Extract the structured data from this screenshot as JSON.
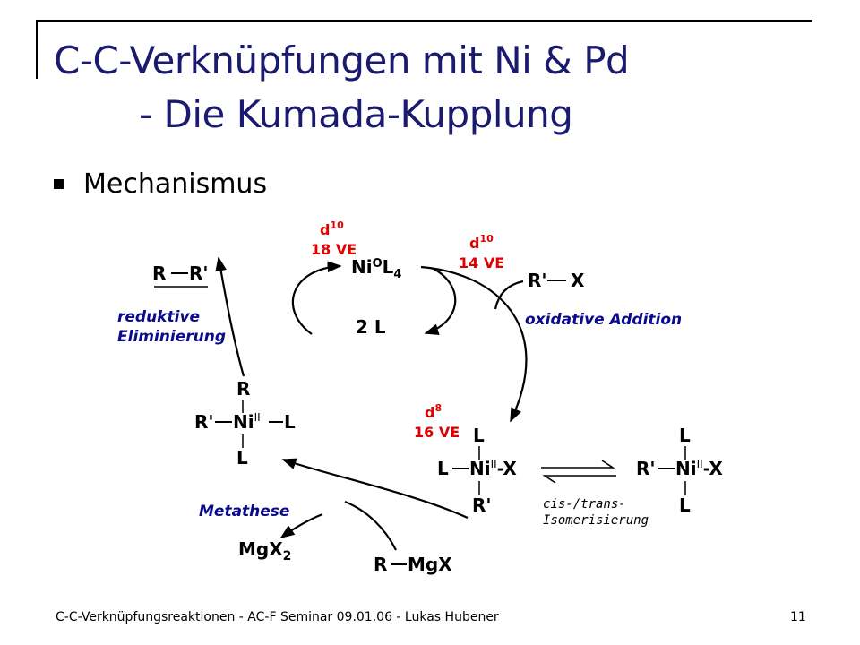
{
  "slide": {
    "title_line1": "C-C-Verknüpfungen mit Ni & Pd",
    "title_line2": "- Die Kumada-Kupplung",
    "bullet": "Mechanismus",
    "footer_left": "C-C-Verknüpfungsreaktionen  -  AC-F Seminar 09.01.06  -  Lukas Hubener",
    "page_number": "11",
    "title_color": "#1a1a6e"
  },
  "scheme": {
    "product": {
      "left": "R",
      "right": "R'"
    },
    "catalyst": {
      "d_base": "d",
      "d_count": "10",
      "ve": "18 VE",
      "metal": "Ni",
      "ox": "O",
      "ligand": "L",
      "ligand_count": "4"
    },
    "unsat": {
      "d_base": "d",
      "d_count": "10",
      "ve": "14 VE"
    },
    "released_ligand": "2  L",
    "reactant_rx": {
      "r": "R'",
      "x": "X"
    },
    "step_oxidative": "oxidative Addition",
    "step_reductive_1": "reduktive",
    "step_reductive_2": "Eliminierung",
    "step_metathesis": "Metathese",
    "ni2_complex": {
      "d_base": "d",
      "d_count": "8",
      "ve": "16 VE",
      "top": "L",
      "left": "L",
      "metal": "Ni",
      "ox": "II",
      "right": "-X",
      "bottom": "R'"
    },
    "trans_complex": {
      "top": "L",
      "left": "R'",
      "metal": "Ni",
      "ox": "II",
      "right": "-X",
      "bottom": "L"
    },
    "iso_1": "cis-/trans-",
    "iso_2": "Isomerisierung",
    "rr_complex": {
      "top": "R",
      "left": "R'",
      "metal": "Ni",
      "ox": "II",
      "right": "L",
      "bottom": "L"
    },
    "grignard": {
      "r": "R",
      "mgx": "MgX"
    },
    "mgx2": {
      "base": "MgX",
      "sub": "2"
    },
    "colors": {
      "ve_label": "#e00000",
      "step_label": "#0a0a8c"
    }
  }
}
